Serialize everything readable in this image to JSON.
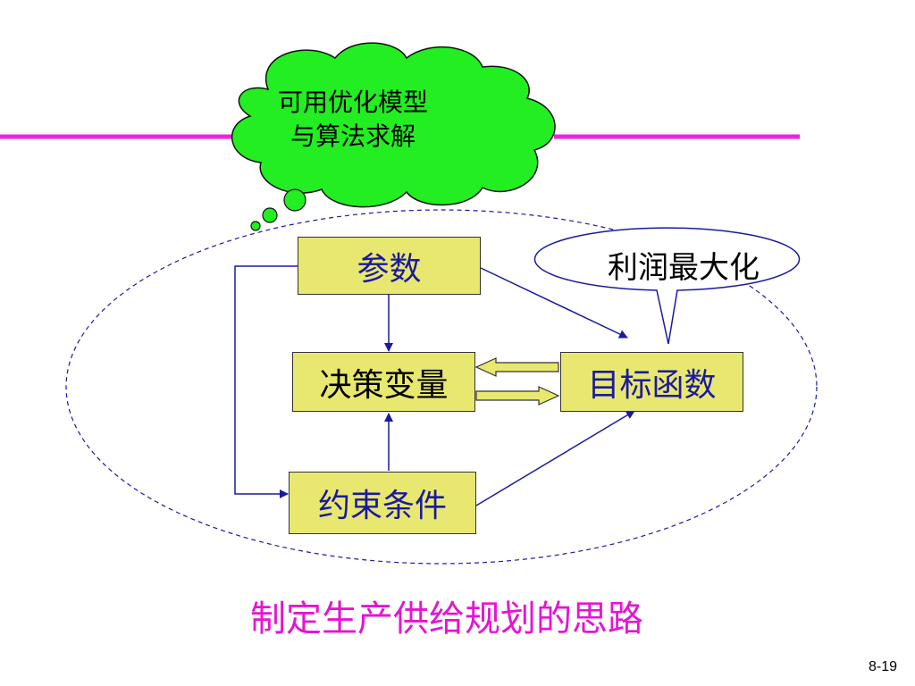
{
  "cloud": {
    "line1": "可用优化模型",
    "line2": "与算法求解"
  },
  "speech_bubble": {
    "text": "利润最大化"
  },
  "nodes": {
    "parameters": "参数",
    "decision_variables": "决策变量",
    "objective_function": "目标函数",
    "constraints": "约束条件"
  },
  "title": "制定生产供给规划的思路",
  "slide_number": "8-19",
  "colors": {
    "rule": "#ee22dd",
    "cloud_fill": "#22ee22",
    "box_fill": "#e8e870",
    "arrow": "#1a1aa0",
    "title": "#e614d2"
  }
}
